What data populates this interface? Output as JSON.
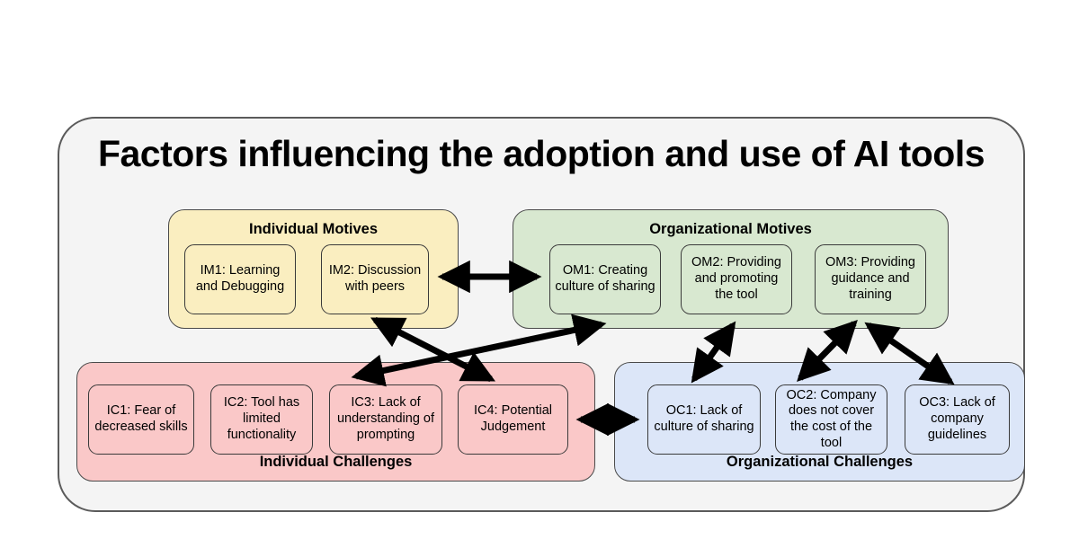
{
  "diagram": {
    "title": "Factors influencing the adoption and use of AI tools",
    "background_color": "#f4f4f4",
    "border_color": "#5b5b5b"
  },
  "groups": {
    "individual_motives": {
      "label": "Individual Motives",
      "color": "#faeec0",
      "label_position": "top"
    },
    "organizational_motives": {
      "label": "Organizational Motives",
      "color": "#d8e8d0",
      "label_position": "top"
    },
    "individual_challenges": {
      "label": "Individual Challenges",
      "color": "#fac8c8",
      "label_position": "bottom"
    },
    "organizational_challenges": {
      "label": "Organizational Challenges",
      "color": "#dce6f8",
      "label_position": "bottom"
    }
  },
  "nodes": {
    "im1": "IM1: Learning and Debugging",
    "im2": "IM2: Discussion with peers",
    "om1": "OM1: Creating culture of sharing",
    "om2": "OM2: Providing and promoting the tool",
    "om3": "OM3: Providing guidance and training",
    "ic1": "IC1: Fear of decreased skills",
    "ic2": "IC2: Tool has limited functionality",
    "ic3": "IC3: Lack of understanding of prompting",
    "ic4": "IC4: Potential Judgement",
    "oc1": "OC1: Lack of culture of sharing",
    "oc2": "OC2: Company does not cover the cost of the tool",
    "oc3": "OC3: Lack of company guidelines"
  },
  "connections": [
    {
      "from": "im2",
      "to": "om1",
      "type": "bidirectional"
    },
    {
      "from": "ic4",
      "to": "oc1",
      "type": "bidirectional"
    },
    {
      "from": "om3",
      "to": "oc3",
      "type": "bidirectional"
    },
    {
      "from": "om2",
      "to": "oc1",
      "type": "bidirectional"
    },
    {
      "from": "oc2",
      "to": "om3",
      "type": "bidirectional"
    },
    {
      "from": "ic3",
      "to": "om1",
      "type": "bidirectional"
    },
    {
      "from": "im2",
      "to": "ic4",
      "type": "bidirectional"
    }
  ],
  "arrow_color": "#000000"
}
